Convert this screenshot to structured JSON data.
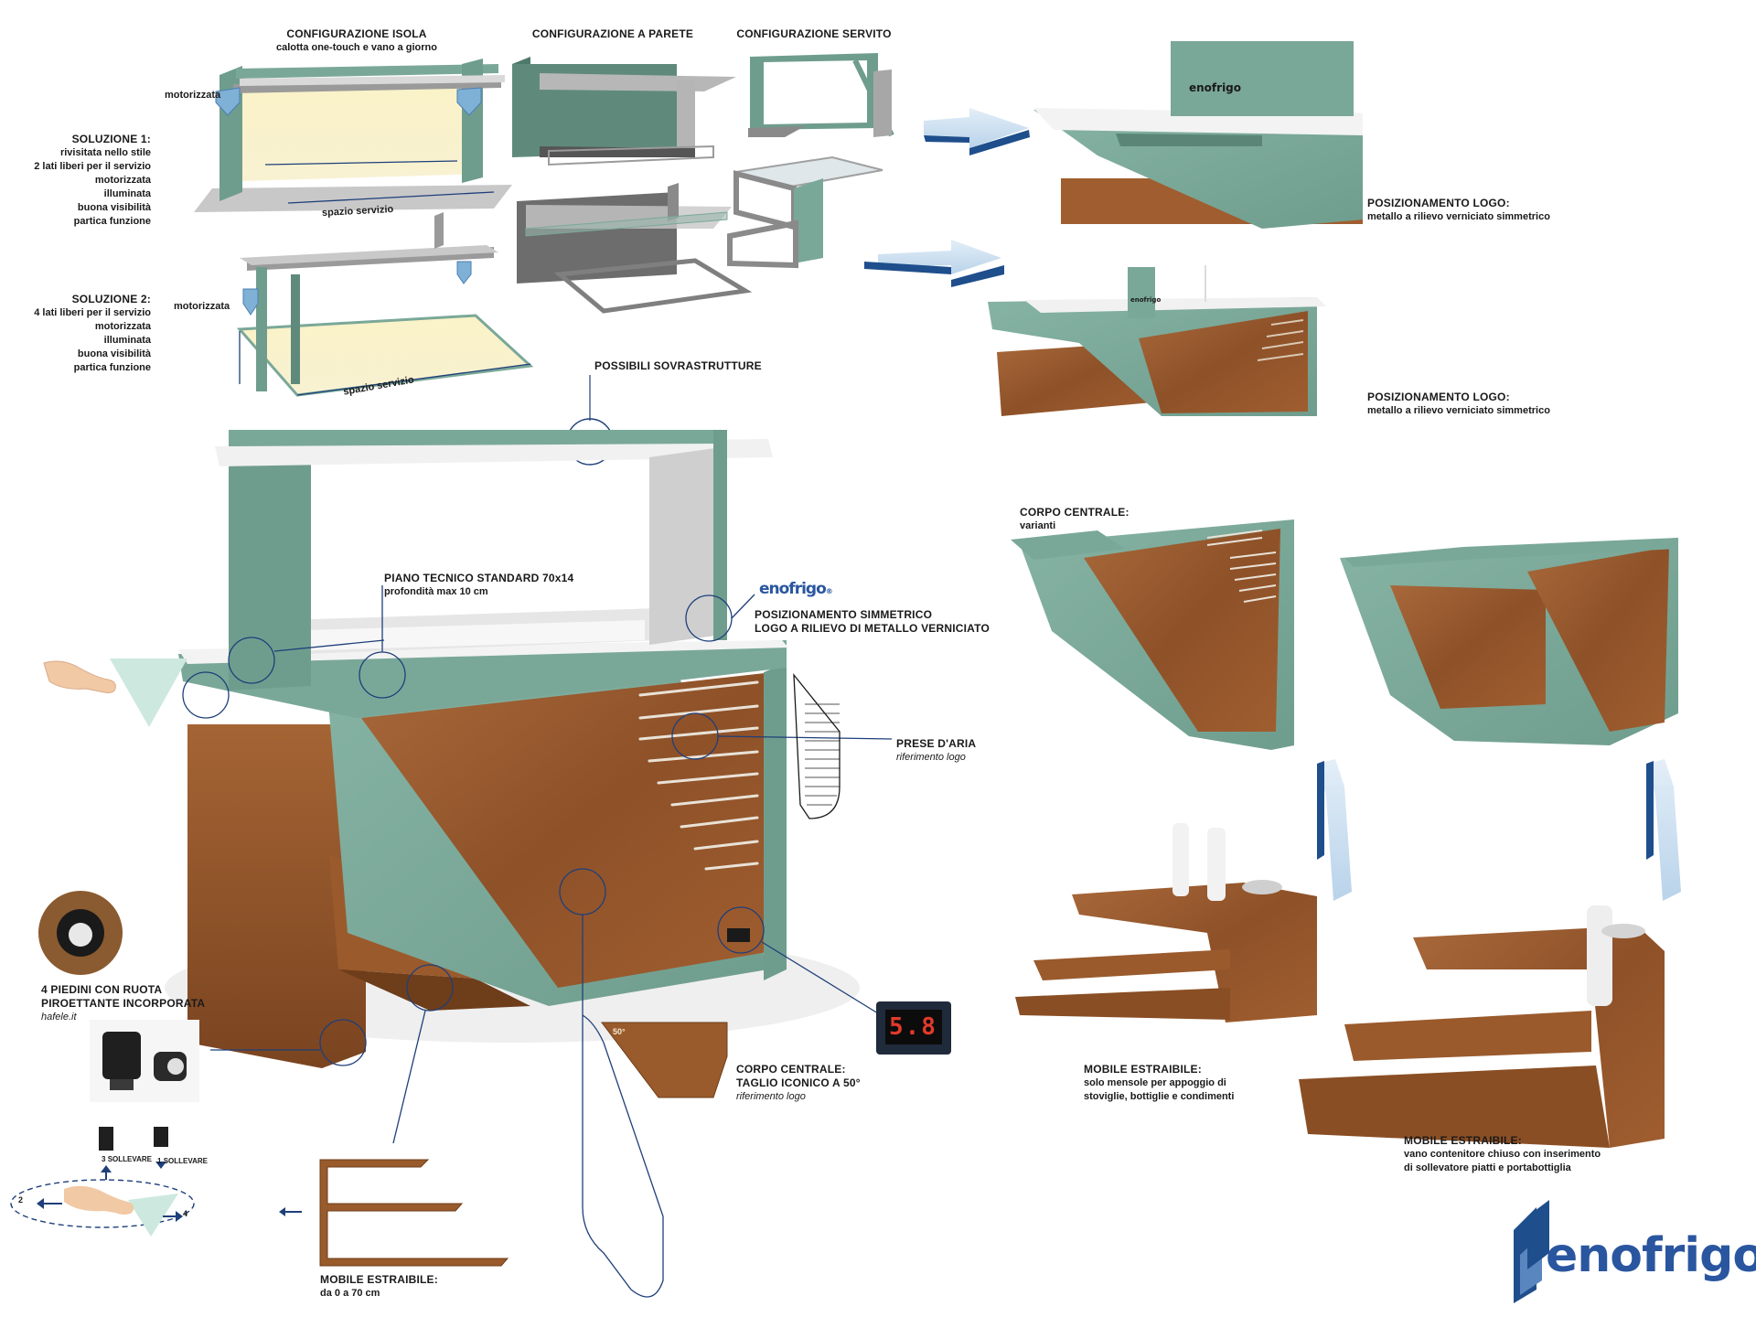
{
  "top_headers": {
    "isola_title": "CONFIGURAZIONE ISOLA",
    "isola_sub": "calotta one-touch e vano a giorno",
    "parete_title": "CONFIGURAZIONE A PARETE",
    "servito_title": "CONFIGURAZIONE SERVITO"
  },
  "solution1": {
    "title": "SOLUZIONE 1:",
    "lines": [
      "rivisitata nello stile",
      "2 lati liberi per il servizio",
      "motorizzata",
      "illuminata",
      "buona visibilità",
      "partica funzione"
    ],
    "motor_label": "motorizzata",
    "space_label": "spazio servizio"
  },
  "solution2": {
    "title": "SOLUZIONE 2:",
    "lines": [
      "4 lati liberi per il servizio",
      "motorizzata",
      "illuminata",
      "buona visibilità",
      "partica funzione"
    ],
    "motor_label": "motorizzata",
    "space_label": "spazio servizio"
  },
  "sovrastrutture": "POSSIBILI SOVRASTRUTTURE",
  "logo_position_1": {
    "title": "POSIZIONAMENTO LOGO:",
    "sub": "metallo a rilievo verniciato simmetrico"
  },
  "logo_position_2": {
    "title": "POSIZIONAMENTO LOGO:",
    "sub": "metallo a rilievo verniciato simmetrico"
  },
  "piano": {
    "title": "PIANO TECNICO STANDARD 70x14",
    "sub": "profondità max 10 cm"
  },
  "posizionamento_simmetrico": {
    "line1": "POSIZIONAMENTO SIMMETRICO",
    "line2": "LOGO A RILIEVO DI METALLO VERNICIATO"
  },
  "prese": {
    "title": "PRESE D'ARIA",
    "sub": "riferimento logo"
  },
  "piedini": {
    "line1": "4 PIEDINI CON RUOTA",
    "line2": "PIROETTANTE INCORPORATA",
    "sub": "hafele.it"
  },
  "corpo_centrale_main": {
    "line1": "CORPO CENTRALE:",
    "line2": "TAGLIO ICONICO A 50°",
    "sub": "riferimento logo",
    "angle": "50°"
  },
  "mobile_main": {
    "title": "MOBILE ESTRAIBILE:",
    "sub": "da 0 a 70 cm"
  },
  "corpo_varianti": {
    "title": "CORPO  CENTRALE:",
    "sub": "varianti"
  },
  "mobile_a": {
    "title": "MOBILE ESTRAIBILE:",
    "lines": [
      "solo mensole per appoggio di",
      "stoviglie, bottiglie e condimenti"
    ]
  },
  "mobile_b": {
    "title": "MOBILE ESTRAIBILE:",
    "lines": [
      "vano contenitore chiuso con inserimento",
      "di sollevatore piatti e portabottiglia"
    ]
  },
  "thermo_display": "5.8",
  "brand": {
    "name": "enofrigo",
    "reg": "®"
  },
  "hand_steps": {
    "s3": "3",
    "s1": "1",
    "s2": "2",
    "s4": "4",
    "lift_label": "SOLLEVARE"
  },
  "colors": {
    "green": "#7aa898",
    "green_dark": "#5f8a7b",
    "wood": "#9a5b2c",
    "wood_dark": "#6e3d1a",
    "blue": "#1f4e8c",
    "line_blue": "#1e3f7a",
    "light_glow": "#f6efc2"
  }
}
